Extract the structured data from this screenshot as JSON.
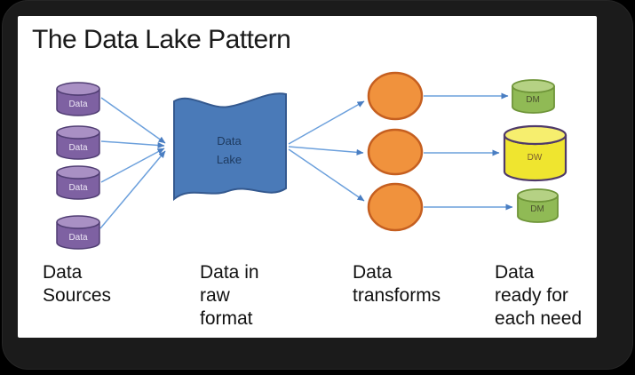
{
  "title": "The Data Lake Pattern",
  "sources": {
    "items": [
      {
        "label": "Data"
      },
      {
        "label": "Data"
      },
      {
        "label": "Data"
      },
      {
        "label": "Data"
      }
    ]
  },
  "lake": {
    "line1": "Data",
    "line2": "Lake"
  },
  "transform_circles": 3,
  "targets": {
    "items": [
      {
        "label": "DM"
      },
      {
        "label": "DW"
      },
      {
        "label": "DM"
      }
    ]
  },
  "captions": [
    {
      "lines": [
        "Data",
        "Sources"
      ]
    },
    {
      "lines": [
        "Data in",
        "raw",
        "format"
      ]
    },
    {
      "lines": [
        "Data",
        "transforms"
      ]
    },
    {
      "lines": [
        "Data",
        "ready for",
        "each need"
      ]
    }
  ],
  "colors": {
    "slide_bg": "#ffffff",
    "frame": "#1b1b1b",
    "title_text": "#1a1a1a",
    "caption_text": "#111111",
    "arrow": "#6ca0dc",
    "arrowhead": "#4a7ec2",
    "source_body": "#7e61a2",
    "source_top": "#a990c4",
    "source_stroke": "#503d73",
    "source_text": "#ece5f5",
    "lake_fill": "#4a7ab8",
    "lake_stroke": "#34598f",
    "lake_text": "#1e3a5f",
    "transform_fill": "#f0923d",
    "transform_stroke": "#c55f20",
    "dm_body": "#90ba55",
    "dm_top": "#b5d184",
    "dm_stroke": "#6f9539",
    "dm_text": "#4c5130",
    "dw_body": "#efe52f",
    "dw_top": "#f6ee6e",
    "dw_stroke": "#4f3a69",
    "dw_text": "#7a5c2e"
  }
}
